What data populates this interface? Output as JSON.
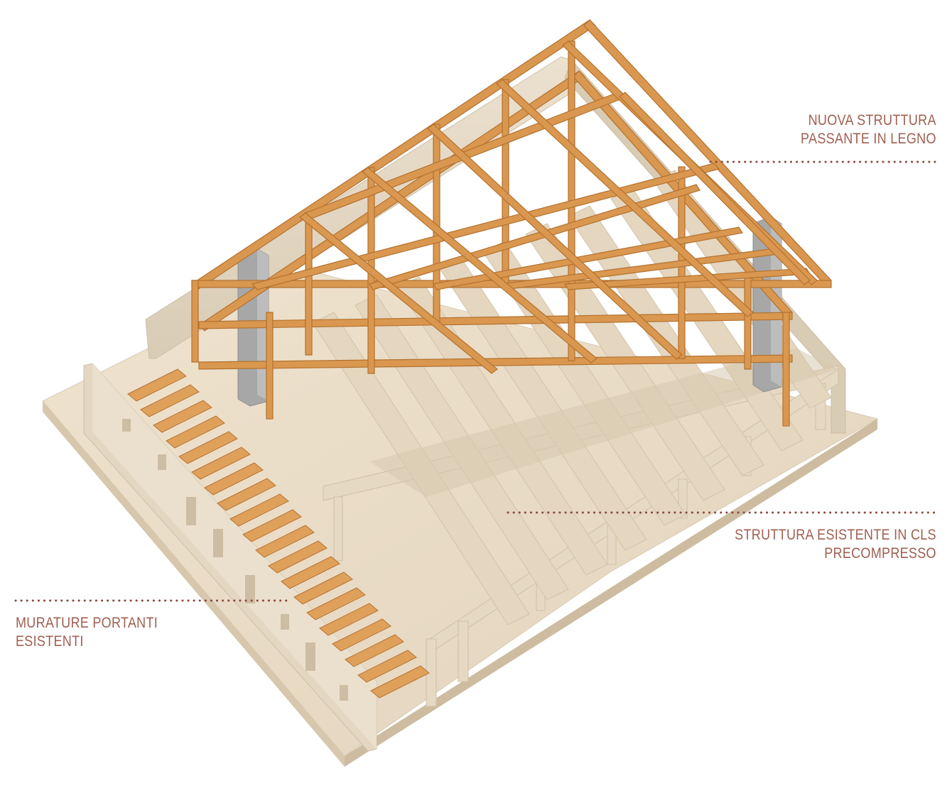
{
  "annotations": {
    "timber_structure": {
      "line1": "NUOVA STRUTTURA",
      "line2": "PASSANTE IN LEGNO"
    },
    "concrete_structure": {
      "line1": "STRUTTURA ESISTENTE IN CLS",
      "line2": "PRECOMPRESSO"
    },
    "masonry": {
      "line1": "MURATURE PORTANTI",
      "line2": "ESISTENTI"
    }
  },
  "colors": {
    "label_text": "#a06052",
    "leader_dots": "#8a4a3e",
    "timber": "#d9974f",
    "timber_dark": "#b87434",
    "concrete": "#e8dccb",
    "concrete_shadow": "#cfc2ae",
    "column_grey": "#a9a9a9",
    "floor": "#e9dcc7"
  }
}
